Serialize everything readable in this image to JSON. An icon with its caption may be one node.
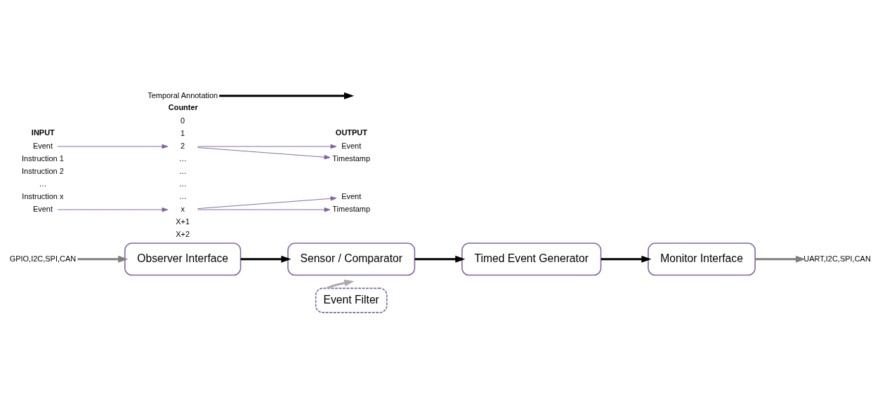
{
  "diagram": {
    "nodes": [
      {
        "text": [
          "Observer Interface"
        ]
      },
      {
        "text": [
          "Sensor / Comparator"
        ]
      },
      {
        "text": [
          "Timed Event Generator"
        ]
      },
      {
        "text": [
          "Monitor Interface"
        ]
      },
      {
        "text": [
          "Event Filter"
        ]
      },
      {
        "text": [
          "Event"
        ]
      },
      {
        "text": [
          "Event"
        ]
      },
      {
        "text": [
          "2"
        ]
      },
      {
        "text": [
          "x"
        ]
      },
      {
        "text": [
          "Event"
        ]
      },
      {
        "text": [
          "Timestamp"
        ]
      },
      {
        "text": [
          "Event"
        ]
      },
      {
        "text": [
          "Timestamp"
        ]
      },
      {
        "text": [
          "Temporal Annotation"
        ]
      },
      {
        "text": [
          "GPIO,I2C,SPI,CAN"
        ]
      },
      {
        "text": [
          "UART,I2C,SPI,CAN"
        ]
      }
    ],
    "edges": [
      {
        "from": 0,
        "to": 1,
        "arrow": "to",
        "color": "#000000"
      },
      {
        "from": 1,
        "to": 2,
        "arrow": "to",
        "color": "#000000"
      },
      {
        "from": 2,
        "to": 3,
        "arrow": "to",
        "color": "#000000"
      },
      {
        "from": 4,
        "to": null,
        "arrow": "to",
        "color": "#aaaaaa"
      },
      {
        "from": 5,
        "to": 7,
        "arrow": "to"
      },
      {
        "from": 6,
        "to": 8,
        "arrow": "to"
      },
      {
        "from": 7,
        "to": 9,
        "arrow": "to"
      },
      {
        "from": 7,
        "to": 10,
        "arrow": "to"
      },
      {
        "from": 8,
        "to": 11,
        "arrow": "to"
      },
      {
        "from": 8,
        "to": 12,
        "arrow": "to"
      },
      {
        "from": 13,
        "to": null,
        "arrow": "to",
        "color": "#000000"
      },
      {
        "from": 14,
        "to": 0,
        "arrow": "to",
        "color": "#808080"
      },
      {
        "from": 3,
        "to": 15,
        "arrow": "to",
        "color": "#808080"
      }
    ],
    "labels": [
      "INPUT",
      "Instruction 1",
      "Instruction 2",
      "…",
      "Instruction x",
      "Counter",
      "0",
      "1",
      "…",
      "…",
      "…",
      "…",
      "X+1",
      "X+2",
      "OUTPUT"
    ]
  }
}
